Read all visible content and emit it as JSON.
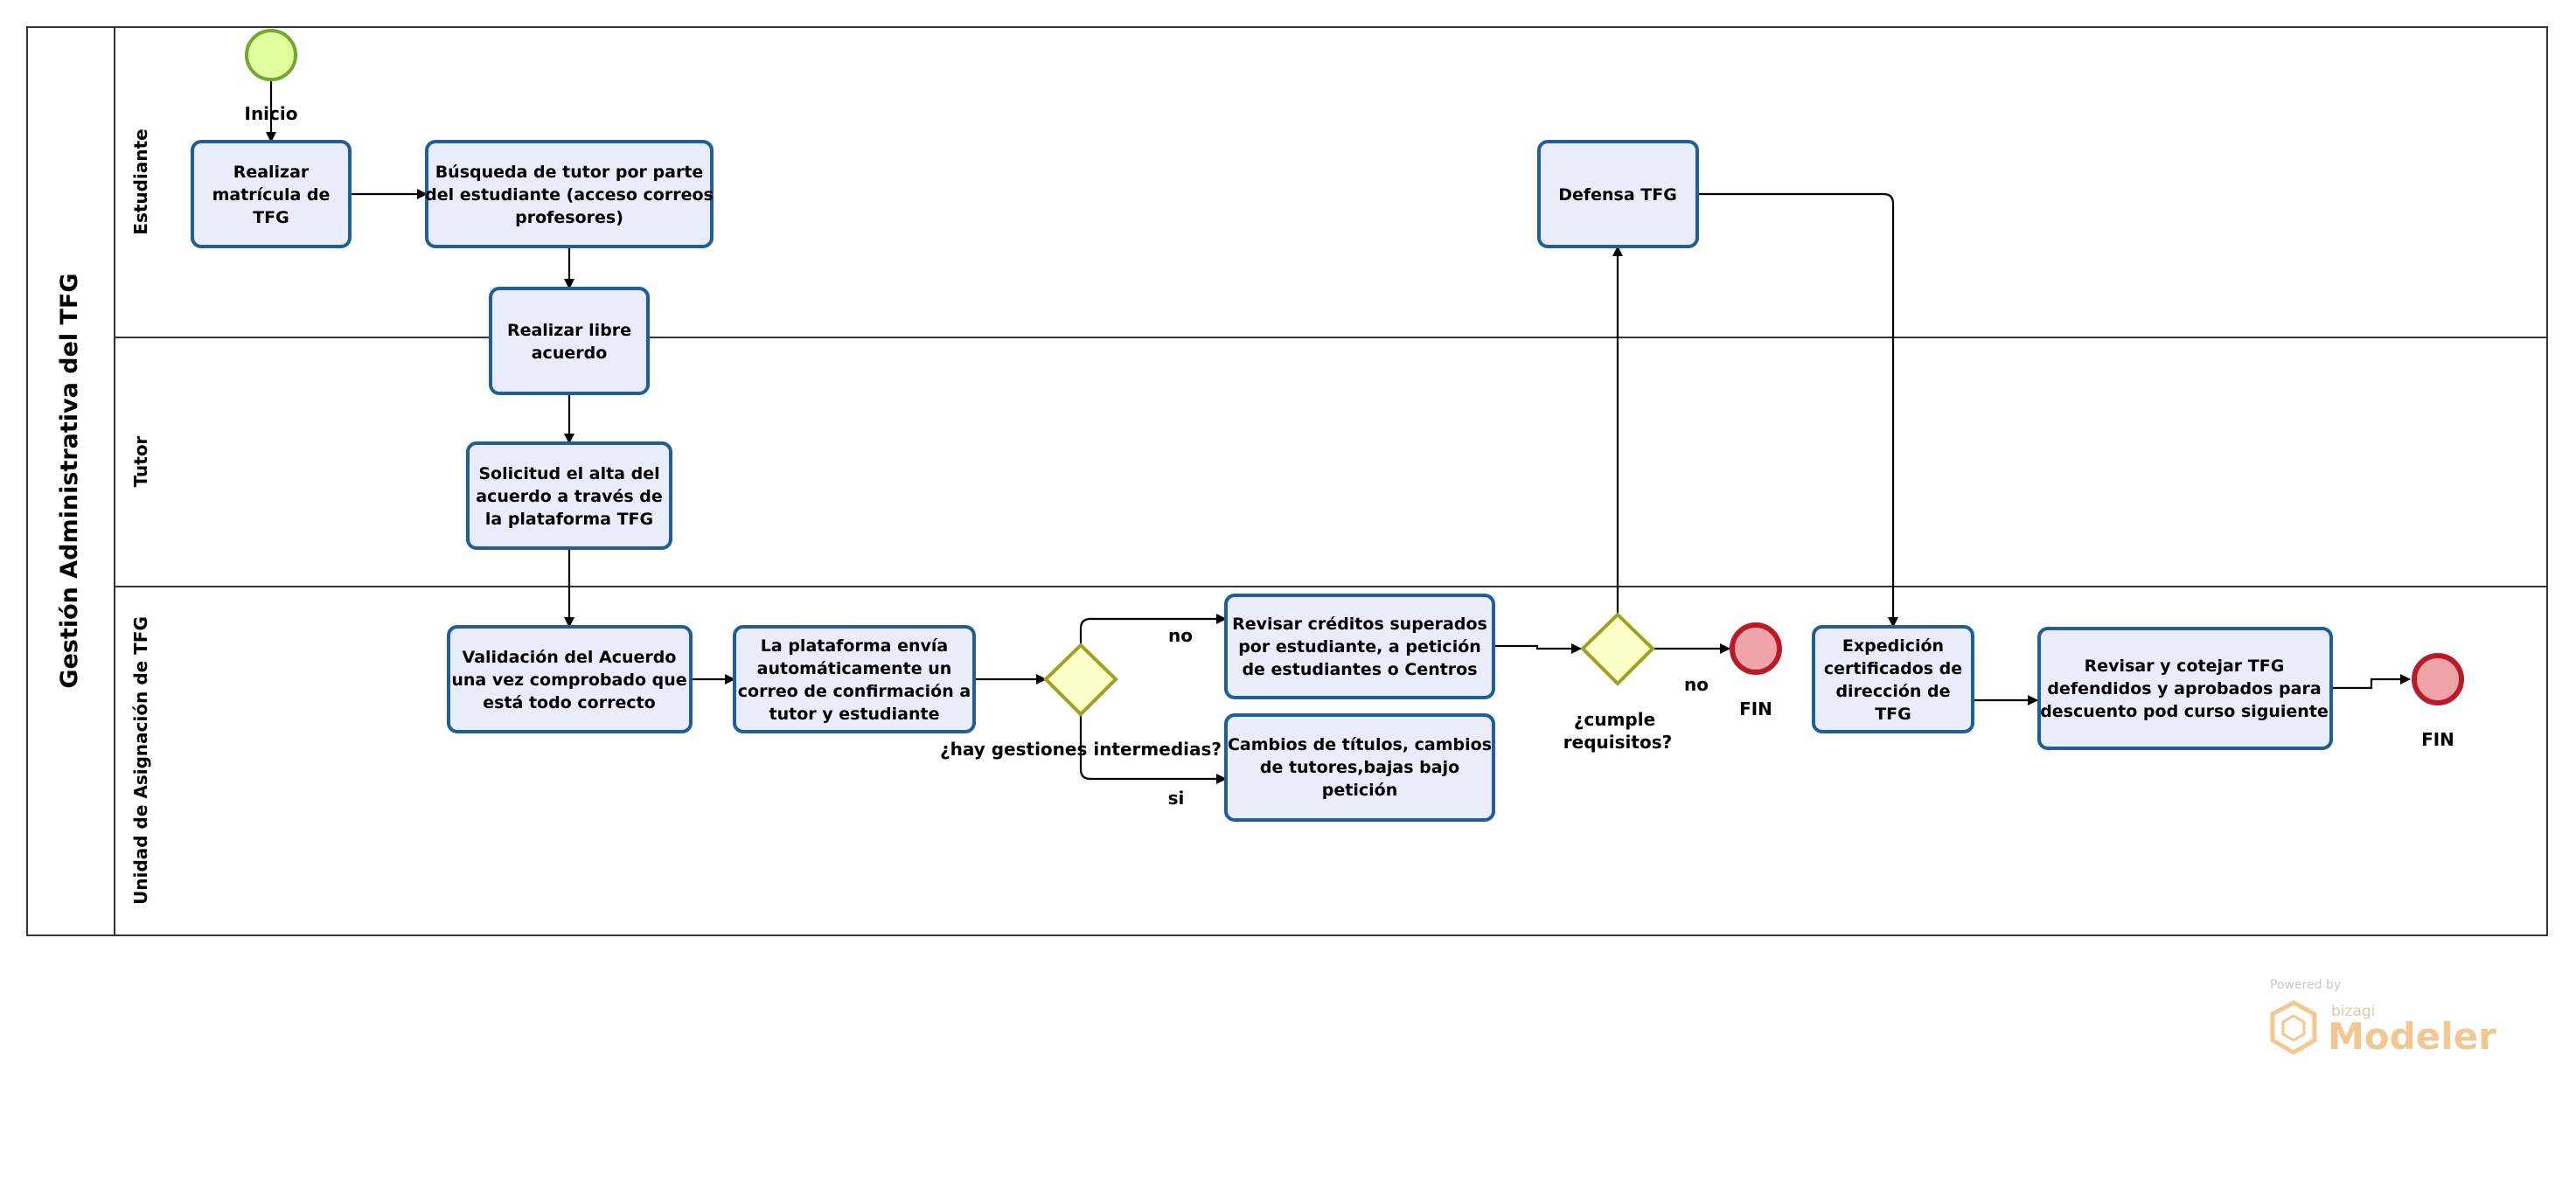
{
  "pool": {
    "title": "Gestión Administrativa del TFG"
  },
  "lanes": [
    {
      "id": "estudiante",
      "label": "Estudiante"
    },
    {
      "id": "tutor",
      "label": "Tutor"
    },
    {
      "id": "unidad",
      "label": "Unidad de Asignación de TFG"
    }
  ],
  "events": {
    "start": {
      "label": "Inicio"
    },
    "end1": {
      "label": "FIN"
    },
    "end2": {
      "label": "FIN"
    }
  },
  "tasks": {
    "matricula": {
      "lines": [
        "Realizar",
        "matrícula de",
        "TFG"
      ]
    },
    "busqueda": {
      "lines": [
        "Búsqueda de tutor por parte",
        "del estudiante (acceso correos",
        "profesores)"
      ]
    },
    "libre_acuerdo": {
      "lines": [
        "Realizar libre",
        "acuerdo"
      ]
    },
    "solicitud": {
      "lines": [
        "Solicitud el alta del",
        "acuerdo a través de",
        "la plataforma TFG"
      ]
    },
    "validacion": {
      "lines": [
        "Validación del Acuerdo",
        "una vez comprobado que",
        "está todo correcto"
      ]
    },
    "plataforma": {
      "lines": [
        "La plataforma envía",
        "automáticamente un",
        "correo de confirmación a",
        "tutor y estudiante"
      ]
    },
    "revisar_creditos": {
      "lines": [
        "Revisar créditos superados",
        "por estudiante, a petición",
        "de estudiantes o Centros"
      ]
    },
    "cambios": {
      "lines": [
        "Cambios de títulos, cambios",
        "de tutores,bajas bajo",
        "petición"
      ]
    },
    "defensa": {
      "lines": [
        "Defensa TFG"
      ]
    },
    "expedicion": {
      "lines": [
        "Expedición",
        "certificados de",
        "dirección de",
        "TFG"
      ]
    },
    "revisar_cotejar": {
      "lines": [
        "Revisar y cotejar TFG",
        "defendidos y aprobados para",
        "descuento pod curso siguiente"
      ]
    }
  },
  "gateways": {
    "gestiones": {
      "lines": [
        "¿hay gestiones intermedias?"
      ],
      "yes_label": "si",
      "no_label": "no"
    },
    "requisitos": {
      "lines": [
        "¿cumple",
        "requisitos?"
      ],
      "no_label": "no"
    }
  },
  "watermark": {
    "powered": "Powered by",
    "brand": "bizagi",
    "product": "Modeler"
  },
  "colors": {
    "task_fill": "#e8ecfb",
    "task_stroke": "#1f5f95",
    "start_fill": "#e1ff9d",
    "start_stroke": "#76a72d",
    "end_fill": "#eea3a7",
    "end_stroke": "#b91a2a",
    "gateway_fill": "#fdffc9",
    "gateway_stroke": "#a0a11d",
    "watermark": "#f3c792"
  }
}
